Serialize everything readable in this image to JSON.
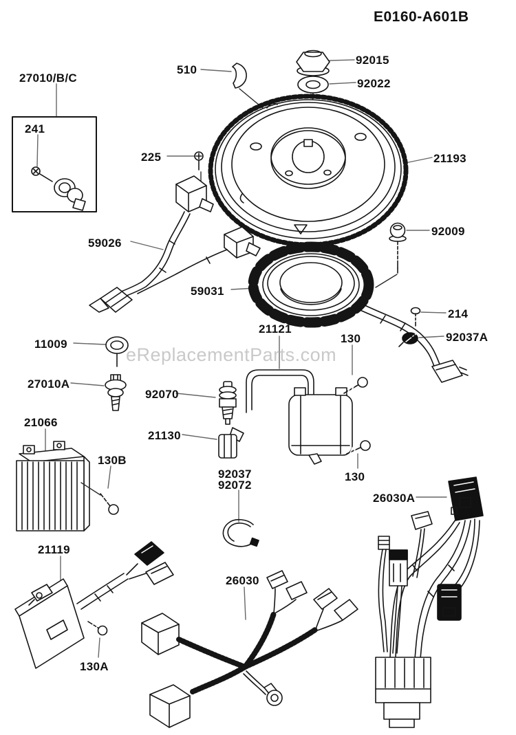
{
  "title": "E0160-A601B",
  "watermark": "eReplacementParts.com",
  "parts": {
    "n27010bc": "27010/B/C",
    "n241": "241",
    "n510": "510",
    "n92015": "92015",
    "n92022": "92022",
    "n225": "225",
    "n21193": "21193",
    "n59026": "59026",
    "n92009": "92009",
    "n59031": "59031",
    "n214": "214",
    "n92037a": "92037A",
    "n11009": "11009",
    "n21121": "21121",
    "n130_coil_top": "130",
    "n27010a": "27010A",
    "n92070": "92070",
    "n21066": "21066",
    "n21130": "21130",
    "n130b": "130B",
    "n92037": "92037",
    "n92072": "92072",
    "n130_coil_bottom": "130",
    "n26030a": "26030A",
    "n21119": "21119",
    "n26030": "26030",
    "n130a": "130A"
  }
}
